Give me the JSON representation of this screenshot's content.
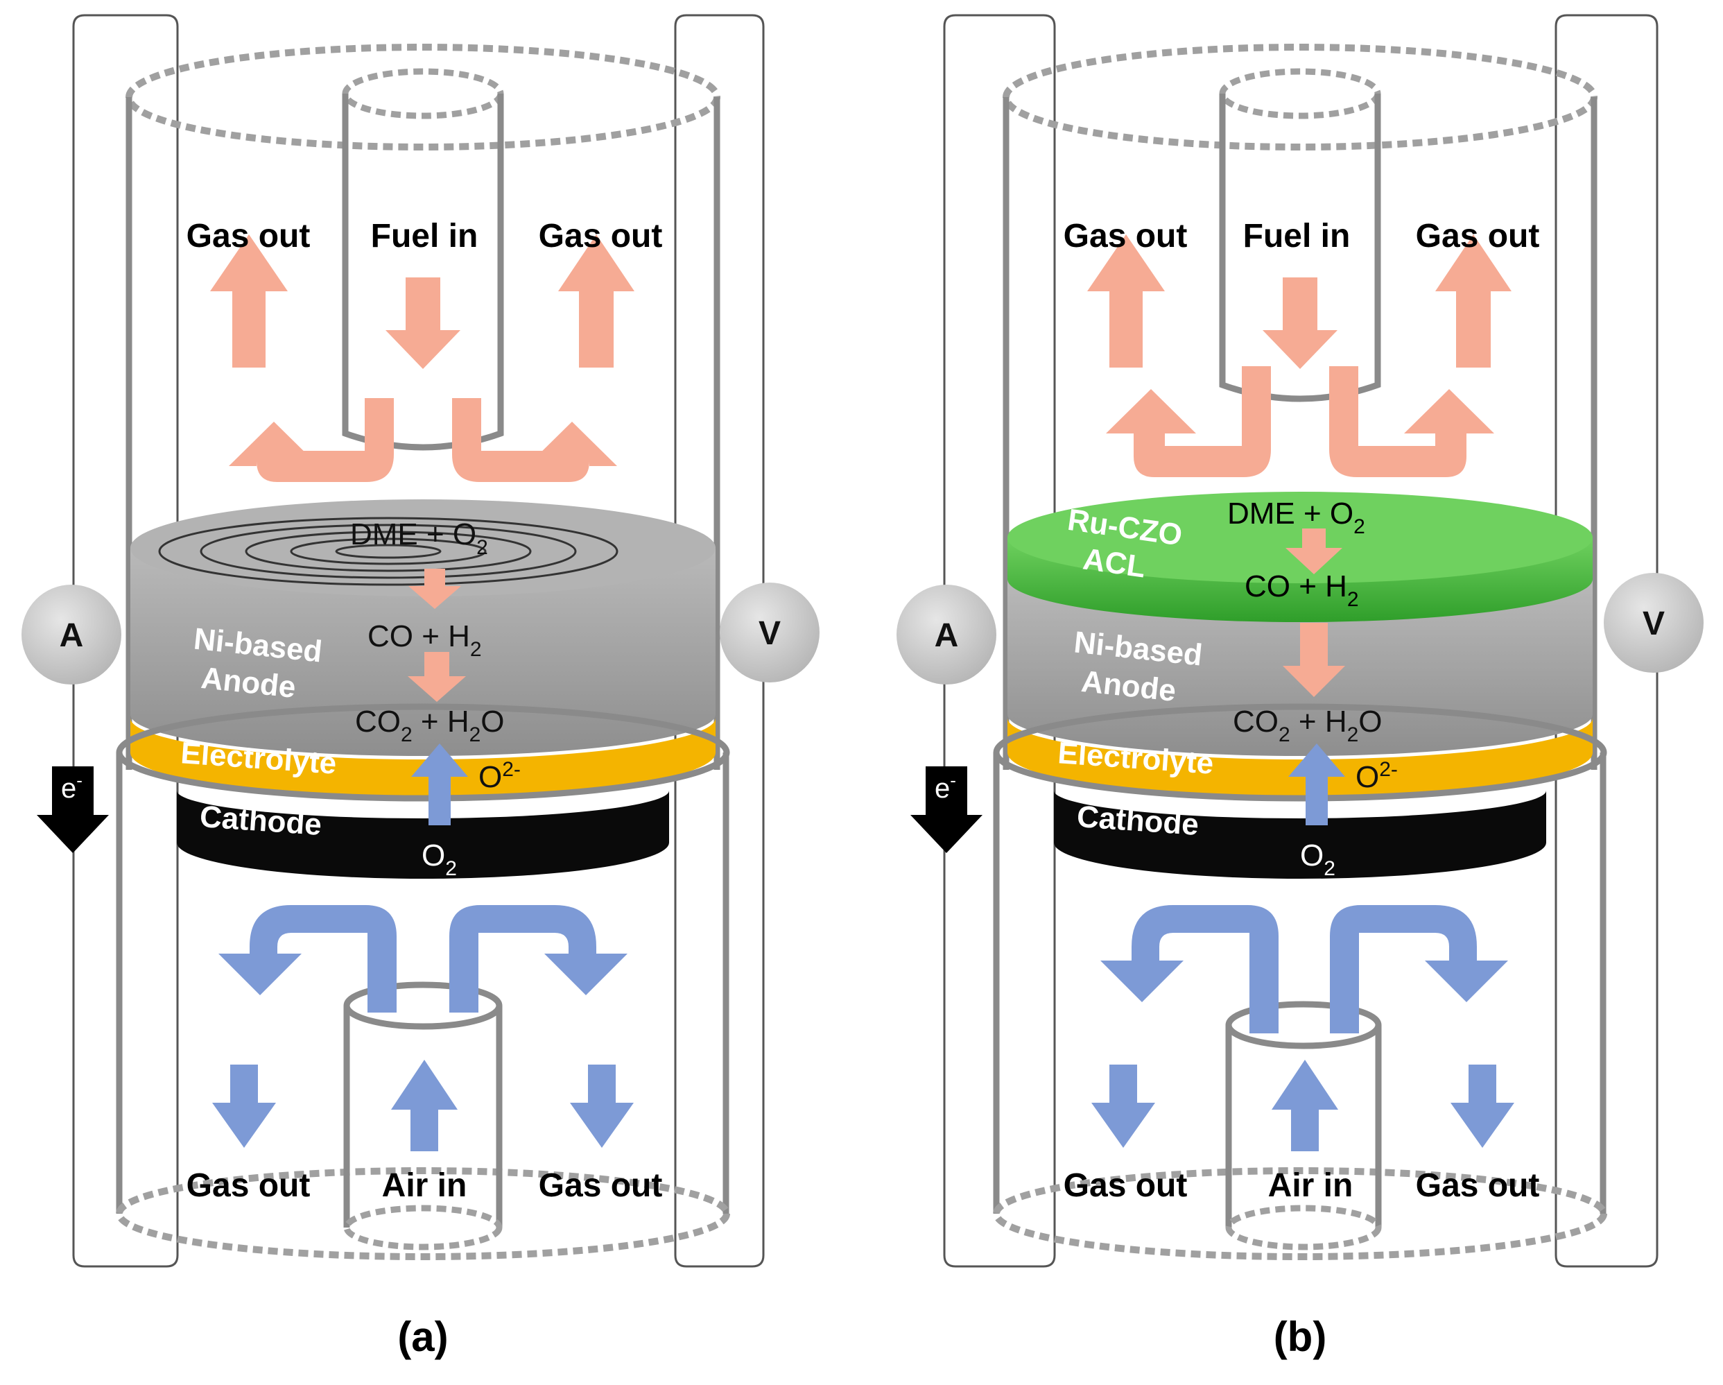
{
  "colors": {
    "fuel_arrow": "#f6ab94",
    "air_arrow": "#7d9ad6",
    "tube": "#8a8a8a",
    "anode": "#a6a6a6",
    "electrolyte": "#f4b400",
    "cathode": "#0a0a0a",
    "acl": "#44b73a",
    "meter": "#d3d3d3",
    "electron_arrow": "#000000"
  },
  "icons": [
    "fuel-flow-arrow",
    "air-flow-arrow",
    "electron-flow-arrow",
    "ammeter-icon",
    "voltmeter-icon"
  ],
  "panels": [
    {
      "panel_label": "(a)",
      "fuel_in": "Fuel in",
      "gas_out": "Gas out",
      "air_in": "Air in",
      "ammeter": "A",
      "voltmeter": "V",
      "electron": {
        "base": "e",
        "sup": "-"
      },
      "anode_label": [
        "Ni-based",
        "Anode"
      ],
      "electrolyte_label": "Electrolyte",
      "cathode_label": "Cathode",
      "dme": {
        "pre": "DME + O",
        "sub": "2"
      },
      "co_h2": {
        "pre": "CO + H",
        "sub": "2"
      },
      "co2_h2o": {
        "a": "CO",
        "a_sub": "2",
        "b": " + H",
        "b_sub": "2",
        "c": "O"
      },
      "oxide_ion": {
        "base": "O",
        "sup": "2-"
      },
      "oxygen": {
        "base": "O",
        "sub": "2"
      }
    },
    {
      "panel_label": "(b)",
      "fuel_in": "Fuel in",
      "gas_out": "Gas out",
      "air_in": "Air in",
      "ammeter": "A",
      "voltmeter": "V",
      "electron": {
        "base": "e",
        "sup": "-"
      },
      "acl_label": [
        "Ru-CZO",
        "ACL"
      ],
      "anode_label": [
        "Ni-based",
        "Anode"
      ],
      "electrolyte_label": "Electrolyte",
      "cathode_label": "Cathode",
      "dme": {
        "pre": "DME + O",
        "sub": "2"
      },
      "co_h2": {
        "pre": "CO + H",
        "sub": "2"
      },
      "co2_h2o": {
        "a": "CO",
        "a_sub": "2",
        "b": " + H",
        "b_sub": "2",
        "c": "O"
      },
      "oxide_ion": {
        "base": "O",
        "sup": "2-"
      },
      "oxygen": {
        "base": "O",
        "sub": "2"
      }
    }
  ]
}
